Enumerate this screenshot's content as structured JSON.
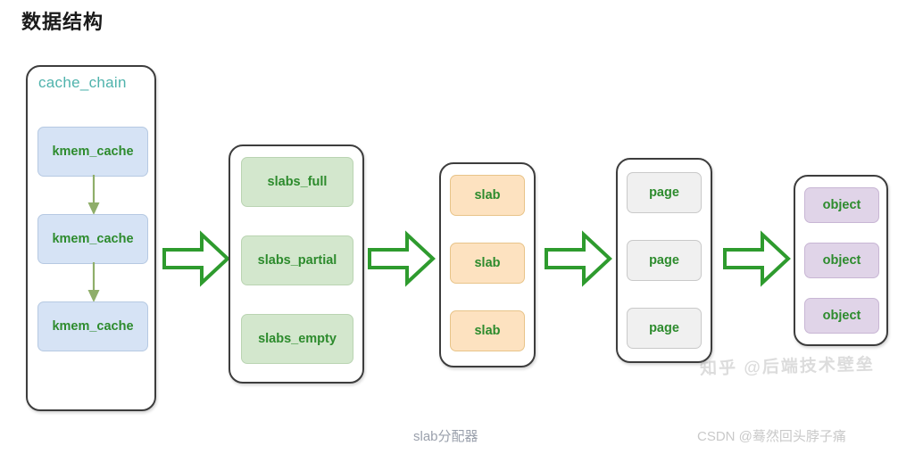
{
  "page": {
    "title": "数据结构",
    "background_color": "#ffffff"
  },
  "caption": {
    "text": "slab分配器",
    "color": "#9aa0ac"
  },
  "watermarks": {
    "csdn": "CSDN @蓦然回头脖子痛",
    "zhihu": "知乎 @后端技术壁垒"
  },
  "colors": {
    "group_border": "#3d3d3d",
    "group_label": "#4fb3ac",
    "node_text": "#2d8b2d",
    "arrow_stroke": "#2e9b2e",
    "vconn_stroke": "#8fae6a",
    "blue_fill": "#d6e3f5",
    "green_fill": "#d3e7cd",
    "orange_fill": "#fde2c0",
    "gray_fill": "#f0f0f0",
    "purple_fill": "#e0d4e8"
  },
  "diagram": {
    "type": "flow",
    "groups": [
      {
        "id": "cache-chain",
        "label": "cache_chain",
        "has_label": true,
        "color_class": "blue",
        "nodes": [
          {
            "label": "kmem_cache"
          },
          {
            "label": "kmem_cache"
          },
          {
            "label": "kmem_cache"
          }
        ]
      },
      {
        "id": "slab-lists",
        "label": "",
        "has_label": false,
        "color_class": "green",
        "nodes": [
          {
            "label": "slabs_full"
          },
          {
            "label": "slabs_partial"
          },
          {
            "label": "slabs_empty"
          }
        ]
      },
      {
        "id": "slabs",
        "label": "",
        "has_label": false,
        "color_class": "orange",
        "nodes": [
          {
            "label": "slab"
          },
          {
            "label": "slab"
          },
          {
            "label": "slab"
          }
        ]
      },
      {
        "id": "pages",
        "label": "",
        "has_label": false,
        "color_class": "gray",
        "nodes": [
          {
            "label": "page"
          },
          {
            "label": "page"
          },
          {
            "label": "page"
          }
        ]
      },
      {
        "id": "objects",
        "label": "",
        "has_label": false,
        "color_class": "purple",
        "nodes": [
          {
            "label": "object"
          },
          {
            "label": "object"
          },
          {
            "label": "object"
          }
        ]
      }
    ],
    "connectors": [
      {
        "from": "cache-chain",
        "to": "slab-lists",
        "style": "block-arrow"
      },
      {
        "from": "slab-lists",
        "to": "slabs",
        "style": "block-arrow"
      },
      {
        "from": "slabs",
        "to": "pages",
        "style": "block-arrow"
      },
      {
        "from": "pages",
        "to": "objects",
        "style": "block-arrow"
      }
    ],
    "internal_links": [
      {
        "group": "cache-chain",
        "from_node": 0,
        "to_node": 1,
        "style": "thin-arrow"
      },
      {
        "group": "cache-chain",
        "from_node": 1,
        "to_node": 2,
        "style": "thin-arrow"
      }
    ]
  }
}
